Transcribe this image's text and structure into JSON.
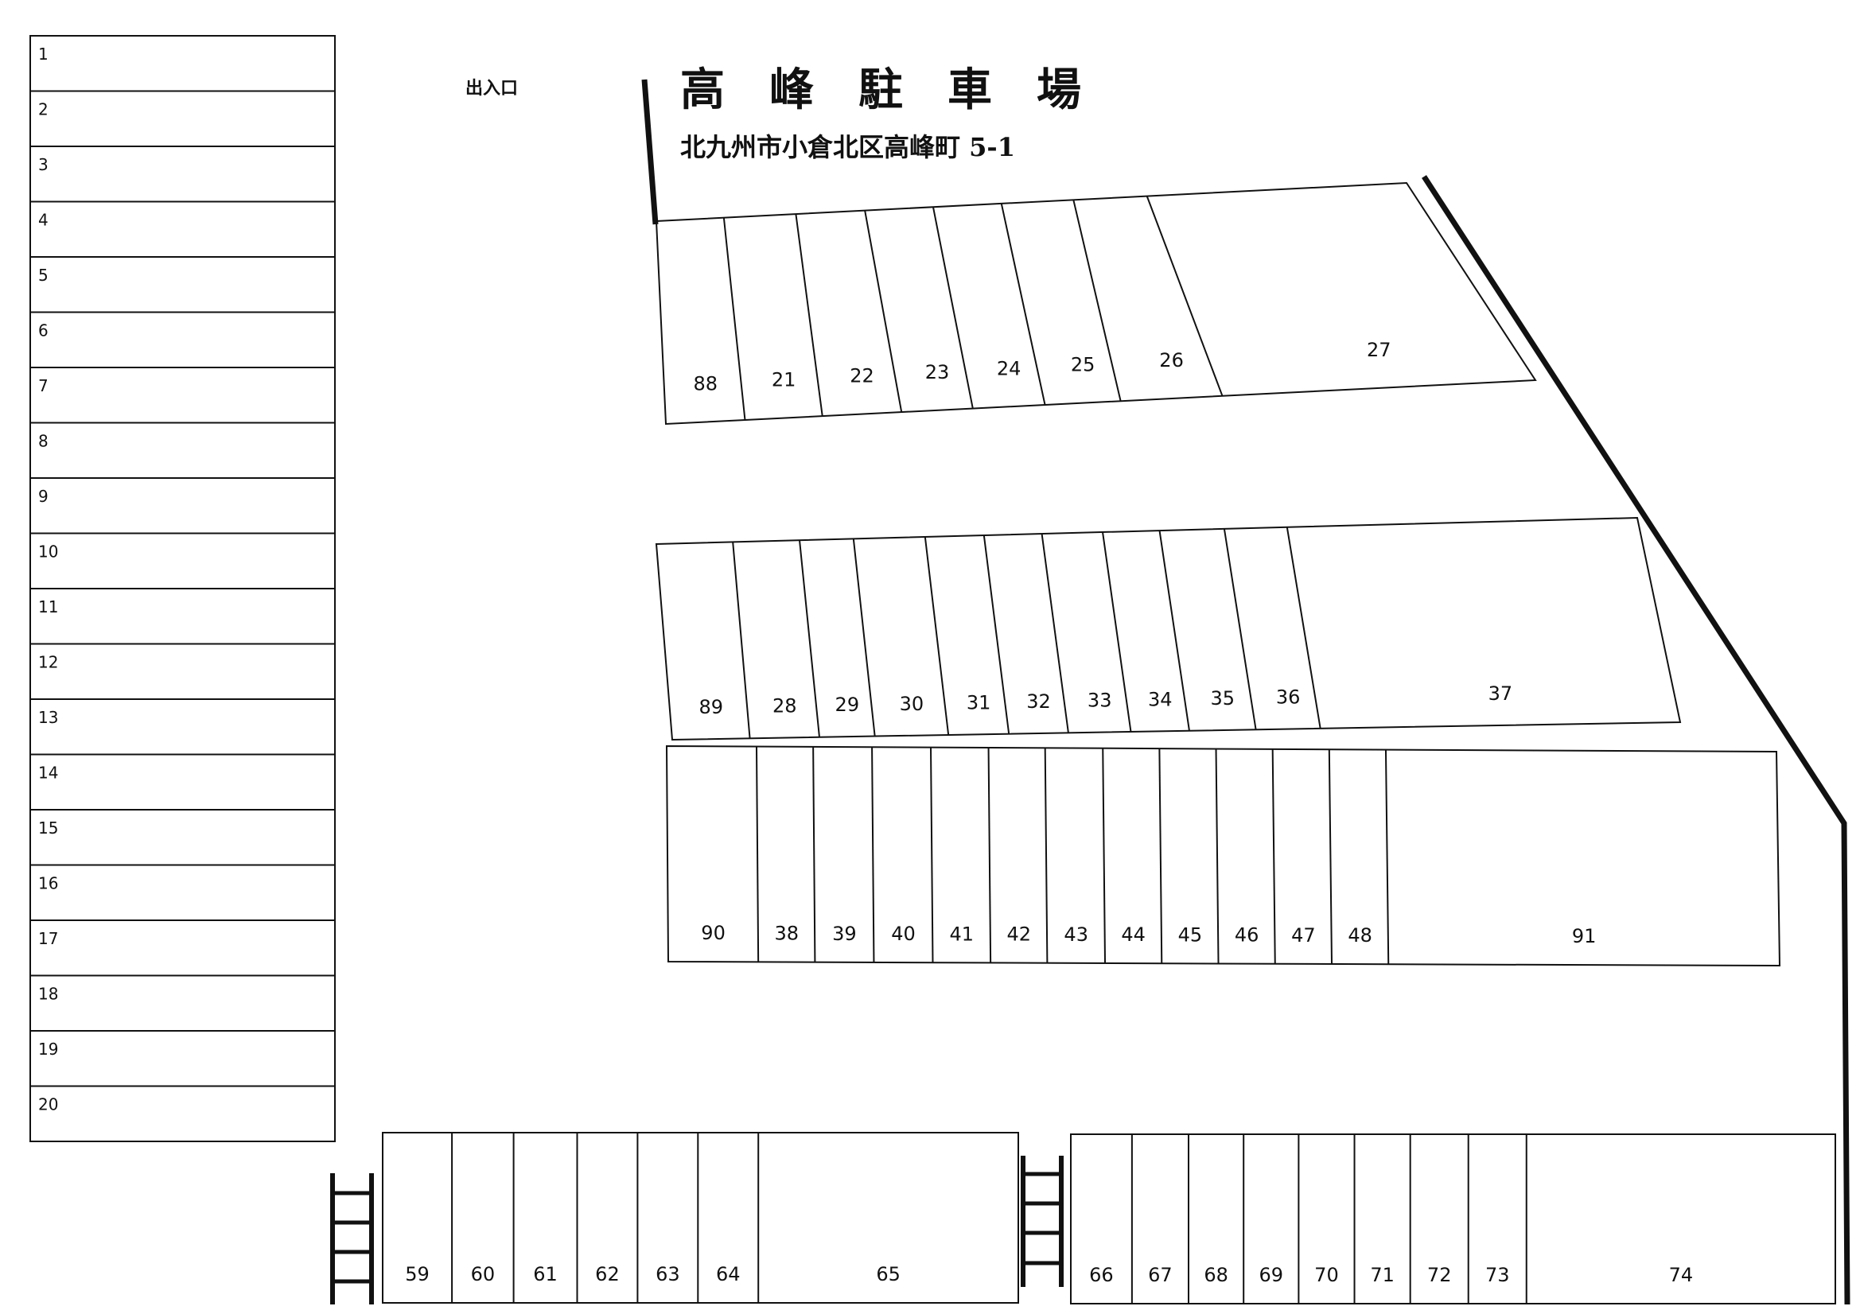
{
  "title": "高　峰　駐　車　場",
  "address": "北九州市小倉北区高峰町 5-1",
  "entrance_label": "出入口",
  "left_column": [
    "1",
    "2",
    "3",
    "4",
    "5",
    "6",
    "7",
    "8",
    "9",
    "10",
    "11",
    "12",
    "13",
    "14",
    "15",
    "16",
    "17",
    "18",
    "19",
    "20"
  ],
  "row_top": [
    "88",
    "21",
    "22",
    "23",
    "24",
    "25",
    "26",
    "27"
  ],
  "row_second": [
    "89",
    "28",
    "29",
    "30",
    "31",
    "32",
    "33",
    "34",
    "35",
    "36",
    "37"
  ],
  "row_third": [
    "90",
    "38",
    "39",
    "40",
    "41",
    "42",
    "43",
    "44",
    "45",
    "46",
    "47",
    "48",
    "91"
  ],
  "row_bottom_left": [
    "59",
    "60",
    "61",
    "62",
    "63",
    "64",
    "65"
  ],
  "row_bottom_right": [
    "66",
    "67",
    "68",
    "69",
    "70",
    "71",
    "72",
    "73",
    "74"
  ]
}
